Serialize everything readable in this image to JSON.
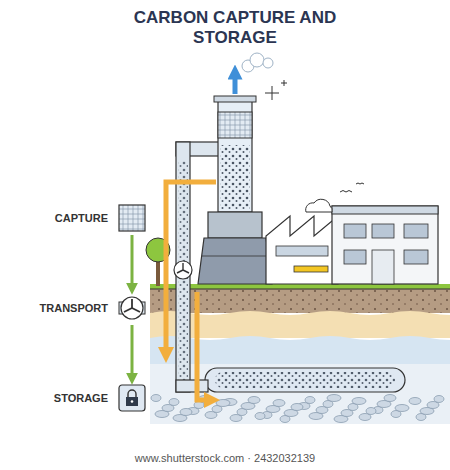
{
  "diagram": {
    "title": "CARBON CAPTURE AND STORAGE",
    "nodes": [
      {
        "text": [
          "CAPTURE"
        ]
      },
      {
        "text": [
          "TRANSPORT"
        ]
      },
      {
        "text": [
          "STORAGE"
        ]
      }
    ],
    "edges": [
      {
        "from": 0,
        "to": 1,
        "arrow": "to"
      },
      {
        "from": 1,
        "to": 2,
        "arrow": "to"
      }
    ],
    "labels": [
      "www.shutterstock.com · 2432032139"
    ]
  }
}
